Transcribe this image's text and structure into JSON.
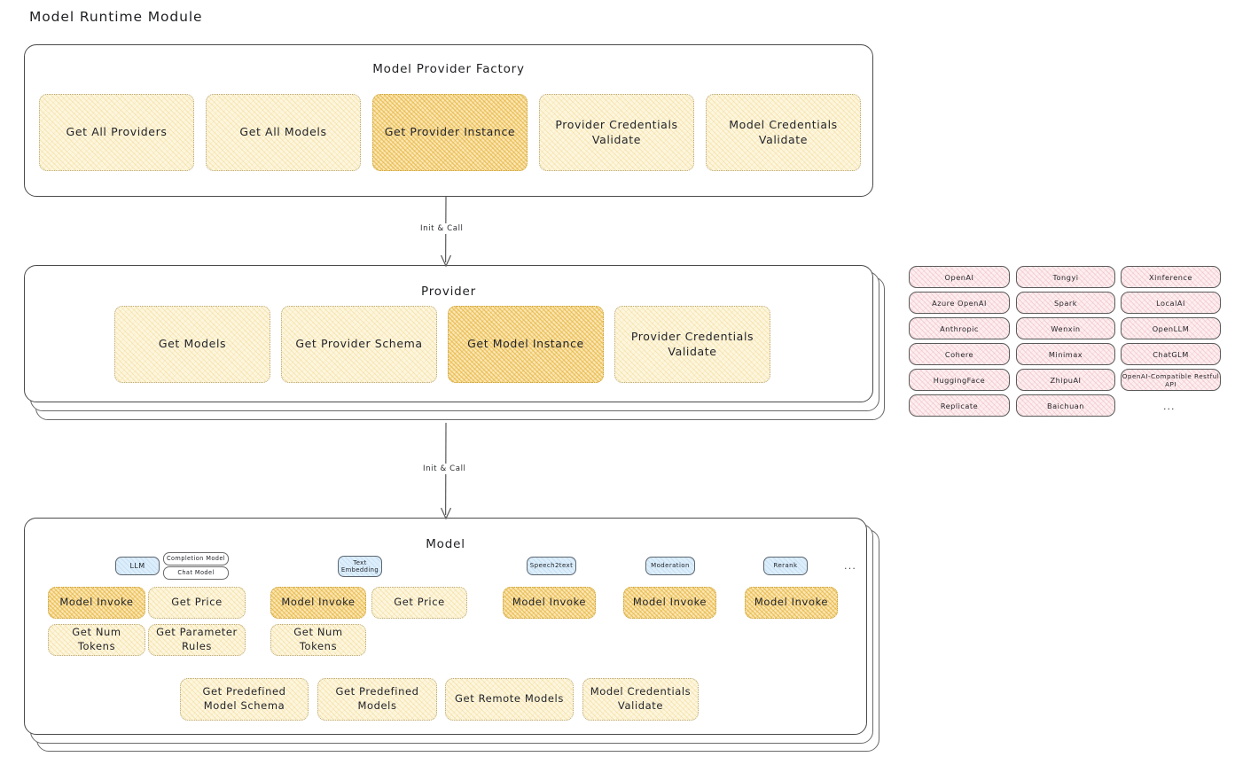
{
  "title": "Model Runtime Module",
  "sections": {
    "factory": {
      "title": "Model Provider Factory",
      "nodes": [
        {
          "label": "Get All Providers",
          "highlight": false
        },
        {
          "label": "Get All Models",
          "highlight": false
        },
        {
          "label": "Get Provider Instance",
          "highlight": true
        },
        {
          "label": "Provider Credentials Validate",
          "highlight": false
        },
        {
          "label": "Model Credentials Validate",
          "highlight": false
        }
      ]
    },
    "provider": {
      "title": "Provider",
      "nodes": [
        {
          "label": "Get Models",
          "highlight": false
        },
        {
          "label": "Get Provider Schema",
          "highlight": false
        },
        {
          "label": "Get Model Instance",
          "highlight": true
        },
        {
          "label": "Provider Credentials Validate",
          "highlight": false
        }
      ]
    },
    "model": {
      "title": "Model",
      "columns": [
        {
          "badge": "LLM",
          "sub_badges": [
            "Completion Model",
            "Chat Model"
          ],
          "nodes": [
            {
              "label": "Model Invoke",
              "highlight": true
            },
            {
              "label": "Get Price",
              "highlight": false
            },
            {
              "label": "Get Num Tokens",
              "highlight": false
            },
            {
              "label": "Get Parameter Rules",
              "highlight": false
            }
          ]
        },
        {
          "badge": "Text Embedding",
          "sub_badges": [],
          "nodes": [
            {
              "label": "Model Invoke",
              "highlight": true
            },
            {
              "label": "Get Price",
              "highlight": false
            },
            {
              "label": "Get Num Tokens",
              "highlight": false
            }
          ]
        },
        {
          "badge": "Speech2text",
          "sub_badges": [],
          "nodes": [
            {
              "label": "Model Invoke",
              "highlight": true
            }
          ]
        },
        {
          "badge": "Moderation",
          "sub_badges": [],
          "nodes": [
            {
              "label": "Model Invoke",
              "highlight": true
            }
          ]
        },
        {
          "badge": "Rerank",
          "sub_badges": [],
          "nodes": [
            {
              "label": "Model Invoke",
              "highlight": true
            }
          ]
        }
      ],
      "more_indicator": "...",
      "shared_nodes": [
        {
          "label": "Get Predefined Model Schema",
          "highlight": false
        },
        {
          "label": "Get Predefined Models",
          "highlight": false
        },
        {
          "label": "Get Remote Models",
          "highlight": false
        },
        {
          "label": "Model Credentials Validate",
          "highlight": false
        }
      ]
    }
  },
  "connectors": [
    {
      "label": "Init & Call"
    },
    {
      "label": "Init & Call"
    }
  ],
  "provider_list": {
    "columns": [
      [
        "OpenAI",
        "Azure OpenAI",
        "Anthropic",
        "Cohere",
        "HuggingFace",
        "Replicate"
      ],
      [
        "Tongyi",
        "Spark",
        "Wenxin",
        "Minimax",
        "ZhipuAI",
        "Baichuan"
      ],
      [
        "Xinference",
        "LocalAI",
        "OpenLLM",
        "ChatGLM",
        "OpenAI-Compatible Restful API"
      ]
    ],
    "more_indicator": "..."
  },
  "colors": {
    "node_fill": "#fdf6de",
    "node_highlight_fill": "#fbe7b3",
    "chip_fill": "#fdeef0",
    "badge_fill": "#ddeefb",
    "stroke": "#4a4a4a"
  }
}
